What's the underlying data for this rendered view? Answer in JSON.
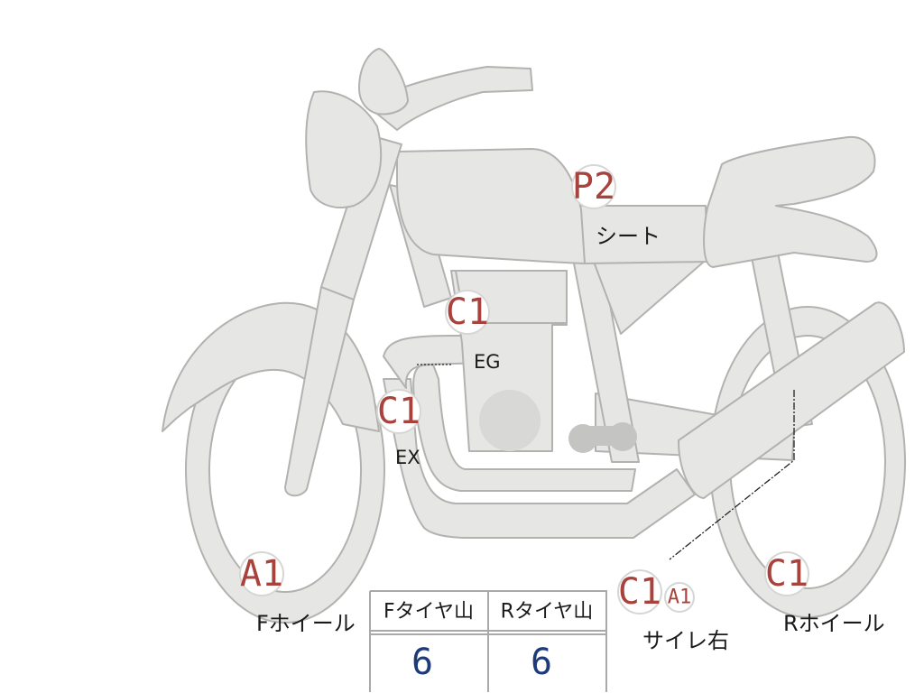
{
  "badges": {
    "seat_rating": "P2",
    "engine_rating": "C1",
    "exhaust_rating": "C1",
    "front_wheel_rating": "A1",
    "rear_wheel_rating": "C1",
    "silencer_rating": "C1",
    "silencer_sub_rating": "A1"
  },
  "labels": {
    "seat": "シート",
    "engine": "EG",
    "exhaust": "EX",
    "front_wheel": "Fホイール",
    "rear_wheel": "Rホイール",
    "silencer_right": "サイレ右"
  },
  "tire_table": {
    "headers": [
      "Fタイヤ山",
      "Rタイヤ山"
    ],
    "values": [
      "6",
      "6"
    ]
  },
  "colors": {
    "badge_text": "#a8423c",
    "tire_value": "#1e3a78",
    "body_fill": "#e6e6e4",
    "body_stroke": "#b2b2b0"
  }
}
